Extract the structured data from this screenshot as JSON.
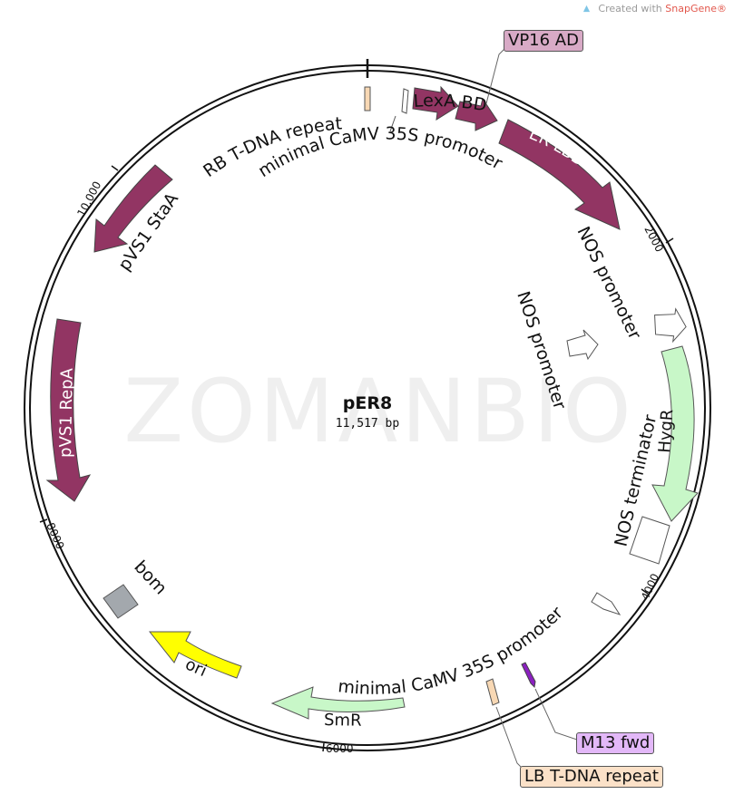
{
  "credit": {
    "prefix": "Created with ",
    "brand": "SnapGene",
    "mark": "®"
  },
  "watermark": "ZOMANBIO",
  "plasmid": {
    "name": "pER8",
    "size": "11,517 bp"
  },
  "ticks": [
    "2000",
    "4000",
    "6000",
    "8000",
    "10,000"
  ],
  "features": {
    "vp16": "VP16 AD",
    "lexa": "LexA BD",
    "erlbd": "ER-LBD",
    "rb": "RB T-DNA repeat",
    "min35s_top": "minimal CaMV 35S promoter",
    "nos_prom_outer": "NOS promoter",
    "nos_prom_inner": "NOS promoter",
    "hygr": "HygR",
    "nos_term": "NOS terminator",
    "min35s_bottom": "minimal CaMV 35S promoter",
    "m13": "M13 fwd",
    "lb": "LB T-DNA repeat",
    "smr": "SmR",
    "ori": "ori",
    "bom": "bom",
    "repa": "pVS1 RepA",
    "staa": "pVS1 StaA"
  },
  "colors": {
    "maroon": "#923563",
    "green": "#c8f7c8",
    "yellow": "#ffff00",
    "tan": "#f8d8b4",
    "purple": "#8b20c0",
    "gray": "#a3a8ad",
    "vp16_bg": "#d8aac6",
    "m13_bg": "#e3b8f8",
    "lb_bg": "#fbe1c8"
  }
}
